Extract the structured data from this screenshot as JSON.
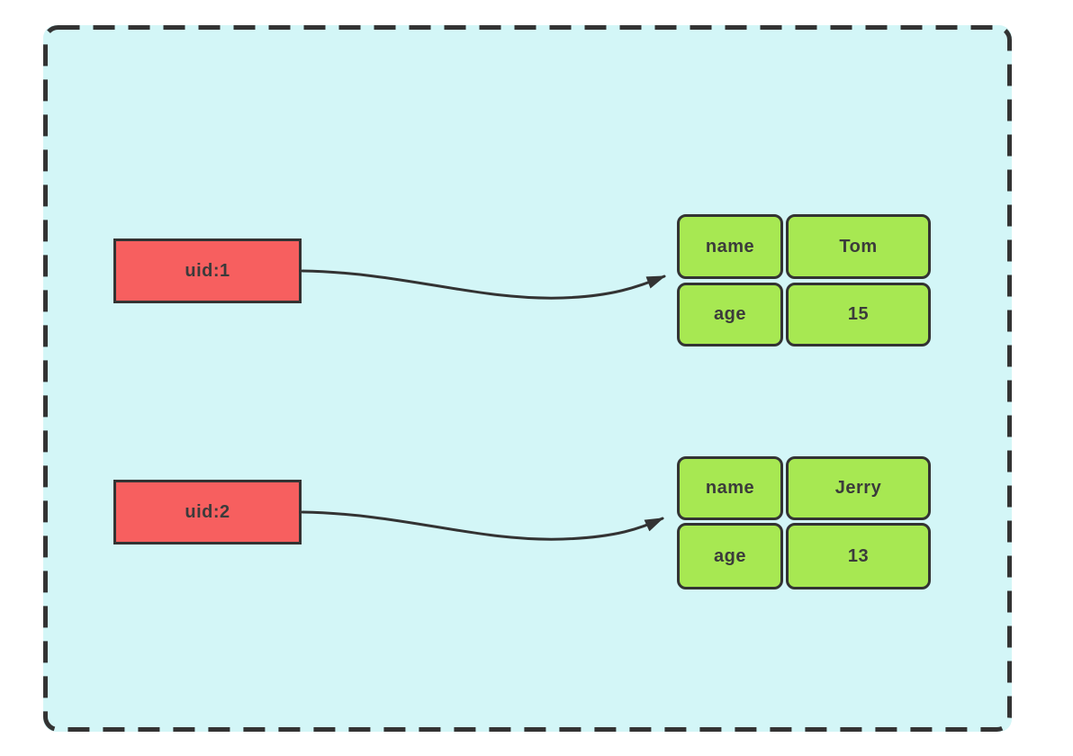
{
  "diagram": {
    "description": "Two uid key boxes pointing to key-value record tables",
    "colors": {
      "canvas_bg": "#ffffff",
      "container_bg": "#d3f6f7",
      "container_border": "#333333",
      "key_box_fill": "#f75f5f",
      "cell_fill": "#a7e852",
      "box_border": "#333333",
      "arrow": "#333333",
      "text": "#3b3b3b"
    },
    "entries": [
      {
        "key_label": "uid:1",
        "fields": [
          {
            "name": "name",
            "value": "Tom"
          },
          {
            "name": "age",
            "value": "15"
          }
        ]
      },
      {
        "key_label": "uid:2",
        "fields": [
          {
            "name": "name",
            "value": "Jerry"
          },
          {
            "name": "age",
            "value": "13"
          }
        ]
      }
    ]
  }
}
